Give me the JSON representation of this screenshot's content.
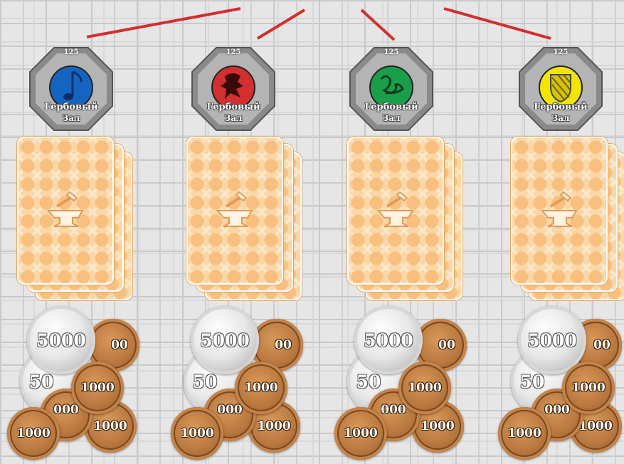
{
  "columns": [
    {
      "id": "blue",
      "cost": "125",
      "token_title": "Гербовый",
      "token_subtitle": "Зал",
      "emblem": "music-note-icon",
      "emblem_color": "#1565c0"
    },
    {
      "id": "red",
      "cost": "125",
      "token_title": "Гербовый",
      "token_subtitle": "Зал",
      "emblem": "lion-icon",
      "emblem_color": "#d32f2f"
    },
    {
      "id": "green",
      "cost": "125",
      "token_title": "Гербовый",
      "token_subtitle": "Зал",
      "emblem": "swan-icon",
      "emblem_color": "#1b9e4a"
    },
    {
      "id": "yellow",
      "cost": "125",
      "token_title": "Гербовый",
      "token_subtitle": "Зал",
      "emblem": "shield-icon",
      "emblem_color": "#f2e600"
    }
  ],
  "deck": {
    "icon": "anvil-hammer-icon",
    "card_color": "#fbd6a6"
  },
  "coins": {
    "silver_value": "5000",
    "bronze_value": "1000",
    "silver_partial": "50",
    "bronze_partial_top": "00",
    "bronze_partial_mid": "000"
  },
  "colors": {
    "connector_line": "#d32f2f"
  }
}
